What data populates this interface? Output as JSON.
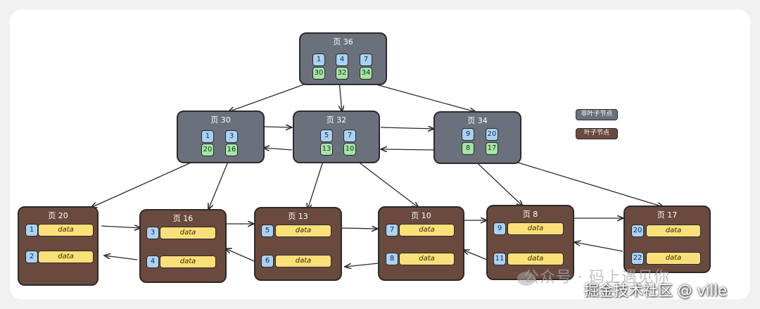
{
  "nodes": {
    "p36": {
      "title": "页 36",
      "keys": [
        "1",
        "4",
        "7"
      ],
      "ptrs": [
        "30",
        "32",
        "34"
      ]
    },
    "p30": {
      "title": "页 30",
      "keys": [
        "1",
        "3"
      ],
      "ptrs": [
        "20",
        "16"
      ]
    },
    "p32": {
      "title": "页 32",
      "keys": [
        "5",
        "7"
      ],
      "ptrs": [
        "13",
        "10"
      ]
    },
    "p34": {
      "title": "页 34",
      "keys": [
        "9",
        "20"
      ],
      "ptrs": [
        "8",
        "17"
      ]
    },
    "p20": {
      "title": "页 20",
      "keys": [
        "1",
        "2"
      ]
    },
    "p16": {
      "title": "页 16",
      "keys": [
        "3",
        "4"
      ]
    },
    "p13": {
      "title": "页 13",
      "keys": [
        "5",
        "6"
      ]
    },
    "p10": {
      "title": "页 10",
      "keys": [
        "7",
        "8"
      ]
    },
    "p8": {
      "title": "页 8",
      "keys": [
        "9",
        "11"
      ]
    },
    "p17": {
      "title": "页 17",
      "keys": [
        "20",
        "22"
      ]
    }
  },
  "data_label": "data",
  "legend": {
    "nonleaf": {
      "label": "非叶子节点",
      "color": "#6b717c"
    },
    "leaf": {
      "label": "叶子节点",
      "color": "#6a4a3e"
    }
  },
  "colors": {
    "key": "#a9d2f5",
    "pointer": "#a6e5a3",
    "data": "#fbe07a"
  },
  "watermark": {
    "line1": "公众号 · 码上遇见你",
    "line2": "掘金技术社区 @ ville"
  }
}
